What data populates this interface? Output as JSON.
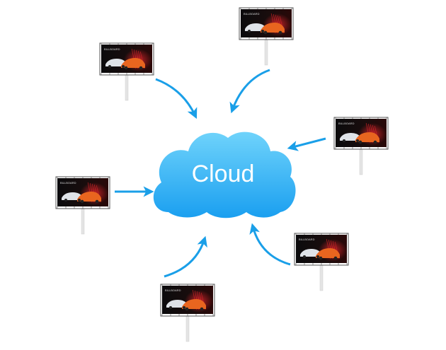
{
  "cloud": {
    "label": "Cloud",
    "color_top": "#6fd3fb",
    "color_bottom": "#1a9ff0"
  },
  "arrow_color": "#1a9fe8",
  "billboard": {
    "screen_text": "BILLBOARD",
    "frame_color": "#555555",
    "post_color": "#e4e4e4",
    "car_colors": [
      "#dfe3e8",
      "#e8651f"
    ],
    "glow_color": "#d8242a"
  },
  "billboards": [
    {
      "id": "top-left"
    },
    {
      "id": "top-center"
    },
    {
      "id": "right"
    },
    {
      "id": "left"
    },
    {
      "id": "bottom-right"
    },
    {
      "id": "bottom-center"
    }
  ],
  "connections": [
    {
      "from": "top-left",
      "to": "cloud"
    },
    {
      "from": "top-center",
      "to": "cloud"
    },
    {
      "from": "right",
      "to": "cloud"
    },
    {
      "from": "left",
      "to": "cloud"
    },
    {
      "from": "bottom-right",
      "to": "cloud"
    },
    {
      "from": "bottom-center",
      "to": "cloud"
    }
  ]
}
